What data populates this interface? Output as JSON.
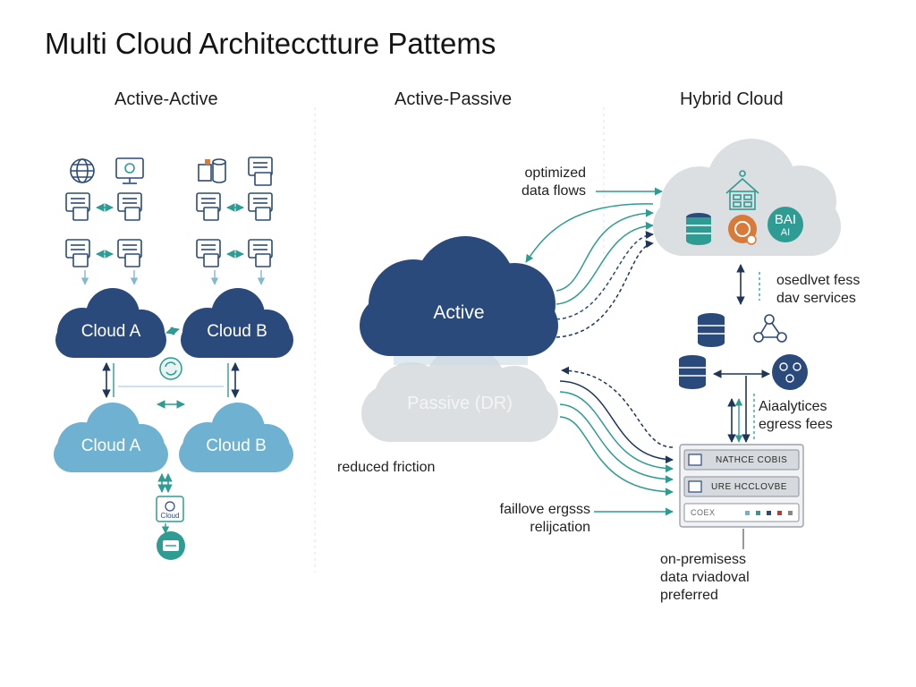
{
  "title": "Multi Cloud Architecctture Pattems",
  "sections": {
    "active_active": "Active-Active",
    "active_passive": "Active-Passive",
    "hybrid": "Hybrid Cloud"
  },
  "active_active": {
    "top_cloud_a": "Cloud A",
    "top_cloud_b": "Cloud B",
    "bottom_cloud_a": "Cloud A",
    "bottom_cloud_b": "Cloud B",
    "doc_badge": "Cloud"
  },
  "active_passive": {
    "active": "Active",
    "passive": "Passive (DR)",
    "reduced_friction": "reduced friction",
    "failover_line1": "faillove ergsss",
    "failover_line2": "relijcation"
  },
  "hybrid": {
    "optimized_line1": "optimized",
    "optimized_line2": "data flows",
    "ai_line1": "BAI",
    "ai_line2": "AI",
    "osedlvet_line1": "osedlvet fess",
    "osedlvet_line2": "dav services",
    "analytics_line1": "Aiaalytices",
    "analytics_line2": "egress fees",
    "server_row1": "NATHCE COBIS",
    "server_row2": "URE HCCLOVBE",
    "server_row3": "COEX",
    "onprem_line1": "on-premisess",
    "onprem_line2": "data rviadoval",
    "onprem_line3": "preferred"
  },
  "colors": {
    "navy": "#2b4a7c",
    "light_blue": "#6fb1d1",
    "teal": "#2e9c92",
    "grey_cloud": "#dcdfe2",
    "orange": "#d87a3a"
  }
}
